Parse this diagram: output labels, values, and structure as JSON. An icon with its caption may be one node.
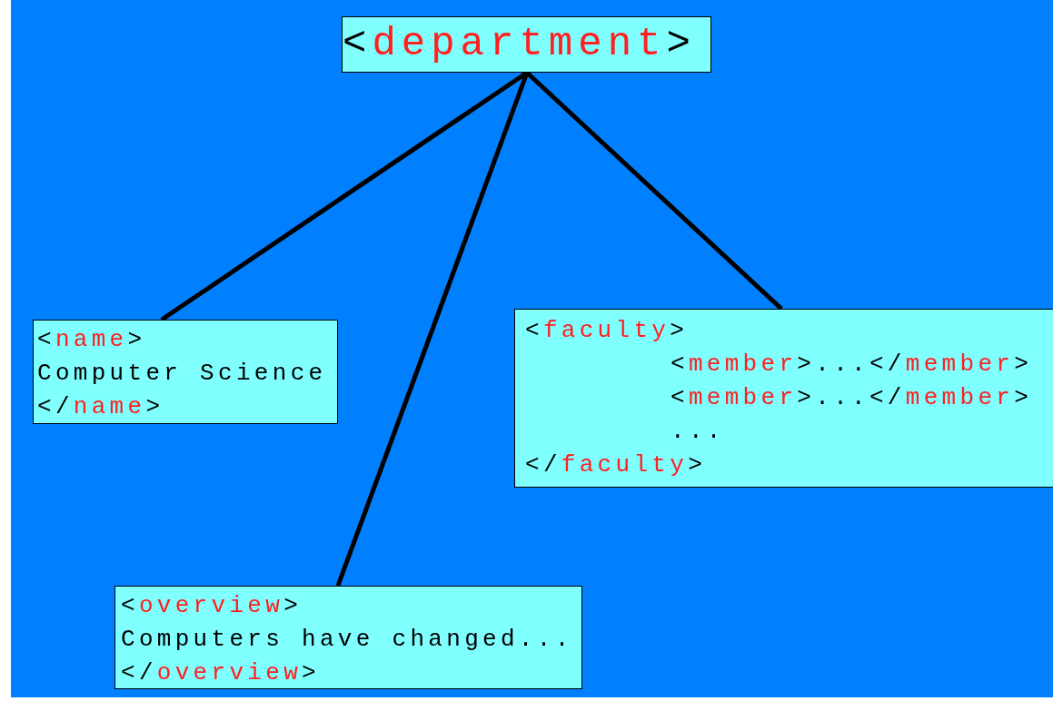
{
  "diagram": {
    "nodes": [
      {
        "text": [
          "<department>"
        ]
      },
      {
        "text": [
          "<name>",
          "Computer Science",
          "</name>"
        ]
      },
      {
        "text": [
          "<faculty>",
          "<member>...</member>",
          "<member>...</member>",
          "...",
          "</faculty>"
        ]
      },
      {
        "text": [
          "<overview>",
          "Computers have changed...",
          "</overview>"
        ]
      }
    ],
    "edges": [
      {
        "from": 0,
        "to": 1,
        "arrow": "none"
      },
      {
        "from": 0,
        "to": 3,
        "arrow": "none"
      },
      {
        "from": 0,
        "to": 2,
        "arrow": "none"
      }
    ]
  }
}
